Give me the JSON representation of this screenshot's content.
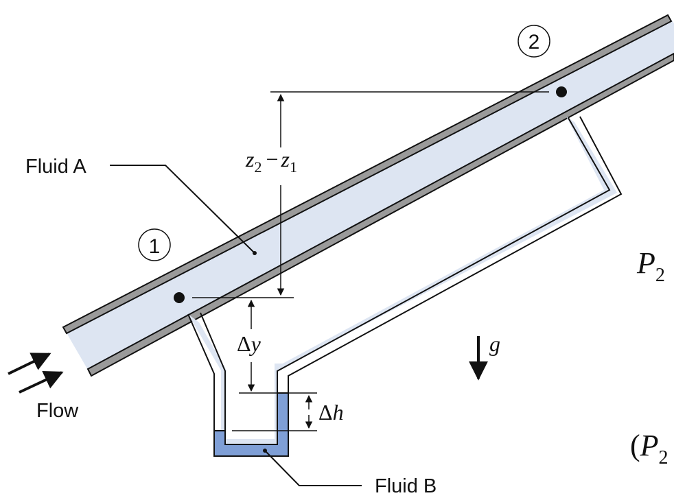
{
  "labels": {
    "fluid_a": "Fluid A",
    "fluid_b": "Fluid B",
    "flow": "Flow",
    "station_1": "1",
    "station_2": "2",
    "z_label_z2": "z",
    "z_label_sub2": "2",
    "z_label_minus": "−",
    "z_label_z1": "z",
    "z_label_sub1": "1",
    "delta_y_delta": "Δ",
    "delta_y_var": "y",
    "delta_h_delta": "Δ",
    "delta_h_var": "h",
    "gravity": "g",
    "clip_p2": "P",
    "clip_p2_sub": "2",
    "clip_paren_open": "(",
    "clip_paren_p": "P",
    "clip_paren_sub": "2"
  },
  "colors": {
    "fluid_a": "#dde5f2",
    "fluid_b": "#7f9fd6",
    "pipe_wall": "#9a9a9a",
    "line": "#111111",
    "background": "#ffffff"
  }
}
